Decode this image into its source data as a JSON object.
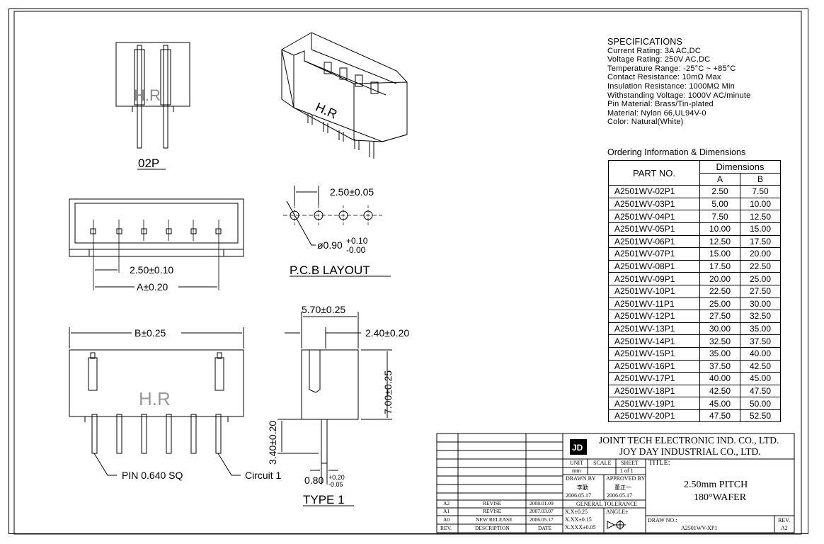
{
  "views": {
    "top_view_label": "02P",
    "top_view_logo": "H.R",
    "pcb_pitch_dim": "2.50±0.05",
    "pcb_hole_dim": "ø0.90",
    "pcb_hole_tol_plus": "+0.10",
    "pcb_hole_tol_minus": "-0.00",
    "pcb_layout_label": "P.C.B LAYOUT",
    "front_pitch_dim": "2.50±0.10",
    "front_a_dim": "A±0.20",
    "front_b_dim": "B±0.25",
    "front_logo": "H.R",
    "pin_label": "PIN 0.640 SQ",
    "circuit_label": "Circuit 1",
    "side_width_dim": "5.70±0.25",
    "side_offset_dim": "2.40±0.20",
    "side_height_dim": "7.00±0.25",
    "side_pin_length_dim": "3.40±0.20",
    "side_pin_dim": "0.80",
    "side_pin_tol_plus": "+0.20",
    "side_pin_tol_minus": "-0.05",
    "type_label": "TYPE 1",
    "iso_logo": "H.R"
  },
  "specs": {
    "title": "SPECIFICATIONS",
    "lines": [
      "Current Rating: 3A AC,DC",
      "Voltage Rating: 250V AC,DC",
      "Temperature Range: -25°C ~ +85°C",
      "Contact Resistance: 10mΩ Max",
      "Insulation Resistance: 1000MΩ Min",
      "Withstanding Voltage: 1000V AC/minute",
      "Pin Material: Brass/Tin-plated",
      "Material: Nylon 66,UL94V-0",
      "Color: Natural(White)"
    ]
  },
  "ordering": {
    "title": "Ordering Information & Dimensions",
    "col_part": "PART NO.",
    "col_dims": "Dimensions",
    "col_a": "A",
    "col_b": "B",
    "rows": [
      [
        "A2501WV-02P1",
        "2.50",
        "7.50"
      ],
      [
        "A2501WV-03P1",
        "5.00",
        "10.00"
      ],
      [
        "A2501WV-04P1",
        "7.50",
        "12.50"
      ],
      [
        "A2501WV-05P1",
        "10.00",
        "15.00"
      ],
      [
        "A2501WV-06P1",
        "12.50",
        "17.50"
      ],
      [
        "A2501WV-07P1",
        "15.00",
        "20.00"
      ],
      [
        "A2501WV-08P1",
        "17.50",
        "22.50"
      ],
      [
        "A2501WV-09P1",
        "20.00",
        "25.00"
      ],
      [
        "A2501WV-10P1",
        "22.50",
        "27.50"
      ],
      [
        "A2501WV-11P1",
        "25.00",
        "30.00"
      ],
      [
        "A2501WV-12P1",
        "27.50",
        "32.50"
      ],
      [
        "A2501WV-13P1",
        "30.00",
        "35.00"
      ],
      [
        "A2501WV-14P1",
        "32.50",
        "37.50"
      ],
      [
        "A2501WV-15P1",
        "35.00",
        "40.00"
      ],
      [
        "A2501WV-16P1",
        "37.50",
        "42.50"
      ],
      [
        "A2501WV-17P1",
        "40.00",
        "45.00"
      ],
      [
        "A2501WV-18P1",
        "42.50",
        "47.50"
      ],
      [
        "A2501WV-19P1",
        "45.00",
        "50.00"
      ],
      [
        "A2501WV-20P1",
        "47.50",
        "52.50"
      ]
    ]
  },
  "title_block": {
    "company_1": "JOINT TECH ELECTRONIC IND. CO., LTD.",
    "company_2": "JOY DAY INDUSTRIAL CO., LTD.",
    "unit_label": "UNIT",
    "unit_value": "mm",
    "scale_label": "SCALE",
    "sheet_label": "SHEET",
    "sheet_value": "1 of 1",
    "title_label": "TITLE:",
    "title_line1": "2.50mm PITCH",
    "title_line2": "180°WAFER",
    "drawn_by_label": "DRAWN BY",
    "drawn_by_name": "李勤",
    "drawn_by_date": "2006.05.17",
    "approved_by_label": "APPROVED BY",
    "approved_by_name": "董正一",
    "approved_by_date": "2006.05.17",
    "general_tolerance": "GENERAL TOLERANCE",
    "tol_1": "X.X±0.25",
    "tol_2": "X.XX±0.15",
    "tol_3": "X.XXX±0.05",
    "angle_label": "ANGLE±",
    "draw_no_label": "DRAW NO.:",
    "draw_no_value": "A2501WV-XP1",
    "rev_label": "REV.",
    "rev_value": "A2",
    "rev_col": "REV.",
    "desc_col": "DESCRIPTION",
    "date_col": "DATE",
    "revisions": [
      [
        "A2",
        "REVISE",
        "2008.01.09"
      ],
      [
        "A1",
        "REVISE",
        "2007.03.07"
      ],
      [
        "A0",
        "NEW RELEASE",
        "2006.05.17"
      ]
    ]
  }
}
